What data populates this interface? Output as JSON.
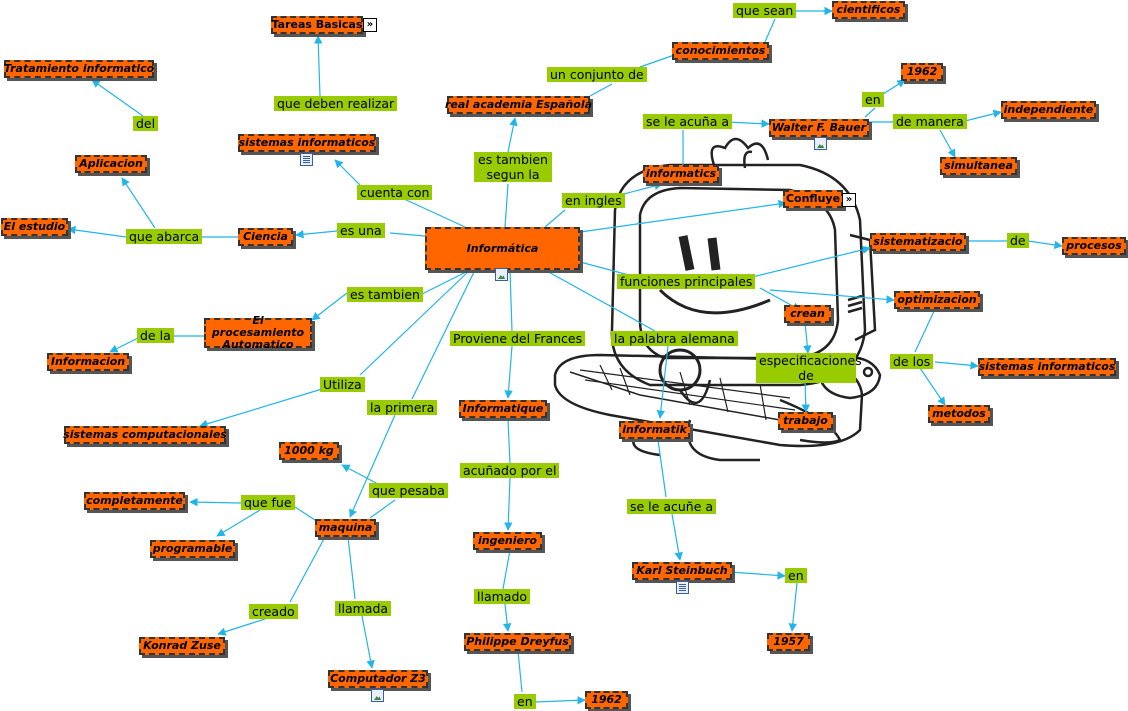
{
  "concepts": {
    "informatica": "Informática",
    "tareas_basicas": "Tareas Basicas",
    "tratamiento": "Tratamiento informatico",
    "aplicacion": "Aplicacion",
    "el_estudio": "El estudio",
    "ciencia": "Ciencia",
    "sistemas_informaticos_top": "sistemas informaticos",
    "real_academia": "real academia Española",
    "conocimientos": "conocimientos",
    "cientificos": "cientificos",
    "informatics": "informatics",
    "walter": "Walter F. Bauer",
    "y1962_top": "1962",
    "independiente": "independiente",
    "simultanea": "simultanea",
    "confluye": "Confluye",
    "sistematizacio": "sistematizacio",
    "procesos": "procesos",
    "optimizacion": "optimizacion",
    "sistemas_informaticos_right": "sistemas informaticos",
    "metodos": "metodos",
    "crean": "crean",
    "trabajo": "trabajo",
    "procesamiento": "El procesamiento Automatico",
    "informacion": "Informacion",
    "sistemas_computacionales": "sistemas computacionales",
    "informatique": "Informatique",
    "informatik": "informatik",
    "kg1000": "1000 kg",
    "completamente": "completamente",
    "programable": "programable",
    "maquina": "maquina",
    "konrad": "Konrad Zuse",
    "computador_z3": "Computador Z3",
    "ingeniero": "ingeniero",
    "philippe": "Philippe Dreyfus",
    "y1962_bottom": "1962",
    "karl": "Karl Steinbuch",
    "y1957": "1957"
  },
  "phrases": {
    "que_deben_realizar": "que deben realizar",
    "del": "del",
    "cuenta_con": "cuenta con",
    "que_abarca": "que abarca",
    "es_una": "es una",
    "es_tambien_segun": "es tambien segun la",
    "un_conjunto_de": "un conjunto de",
    "que_sean": "que sean",
    "en_ingles": "en ingles",
    "se_le_acuna_a_top": "se le acuña a",
    "en_top": "en",
    "de_manera": "de manera",
    "de_procesos": "de",
    "funciones_principales": "funciones principales",
    "es_tambien": "es tambien",
    "de_la": "de la",
    "proviene": "Proviene del Frances",
    "palabra_alemana": "la palabra alemana",
    "especificaciones": "especificaciones de",
    "de_los": "de los",
    "utiliza": "Utiliza",
    "la_primera": "la primera",
    "que_pesaba": "que pesaba",
    "que_fue": "que fue",
    "creado": "creado",
    "llamada": "llamada",
    "acunado_por_el": "acuñado por el",
    "llamado": "llamado",
    "en_bottom": "en",
    "se_le_acune_a": "se le acuñe a",
    "en_karl": "en"
  },
  "colors": {
    "concept_fill": "#ff6600",
    "phrase_fill": "#99cc00",
    "link": "#22b5e8"
  },
  "icons": {
    "informatica": "image-resource-icon",
    "sistemas_informaticos_top": "document-resource-icon",
    "walter": "image-resource-icon",
    "karl": "document-resource-icon",
    "computador_z3": "image-resource-icon",
    "tareas_basicas": "submap-expand-icon",
    "confluye": "submap-expand-icon"
  }
}
